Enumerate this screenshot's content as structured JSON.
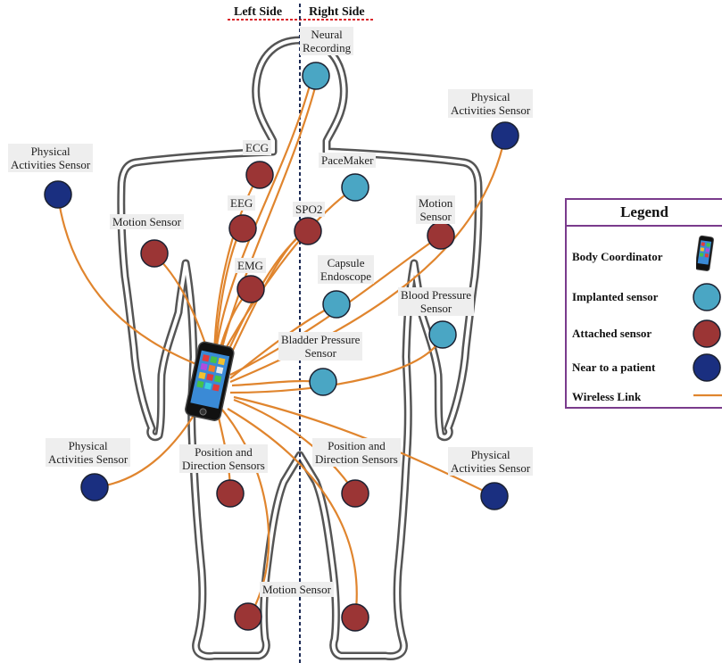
{
  "header": {
    "left_side": "Left Side",
    "right_side": "Right Side"
  },
  "colors": {
    "implanted": "#4aa6c4",
    "attached": "#9b3535",
    "near": "#1a2f80",
    "link": "#e0852e",
    "body_outline": "#555555",
    "legend_border": "#7a3b8c",
    "divider_red": "#d9262b",
    "midline": "#1c2a55"
  },
  "labels": {
    "neural": [
      "Neural",
      "Recording"
    ],
    "pa_top_right": [
      "Physical",
      "Activities Sensor"
    ],
    "pa_top_left": [
      "Physical",
      "Activities Sensor"
    ],
    "ecg": [
      "ECG"
    ],
    "pacemaker": [
      "PaceMaker"
    ],
    "eeg": [
      "EEG"
    ],
    "spo2": [
      "SPO2"
    ],
    "motion_right": [
      "Motion",
      "Sensor"
    ],
    "motion_left": [
      "Motion Sensor"
    ],
    "emg": [
      "EMG"
    ],
    "capsule": [
      "Capsule",
      "Endoscope"
    ],
    "blood_pressure": [
      "Blood Pressure",
      "Sensor"
    ],
    "bladder": [
      "Bladder Pressure",
      "Sensor"
    ],
    "pa_bottom_left": [
      "Physical",
      "Activities Sensor"
    ],
    "position_left": [
      "Position and",
      "Direction Sensors"
    ],
    "position_right": [
      "Position and",
      "Direction Sensors"
    ],
    "pa_bottom_right": [
      "Physical",
      "Activities Sensor"
    ],
    "motion_bottom": [
      "Motion Sensor"
    ]
  },
  "legend": {
    "title": "Legend",
    "items": [
      {
        "label": "Body Coordinator",
        "symbol": "phone"
      },
      {
        "label": "Implanted sensor",
        "symbol": "implanted"
      },
      {
        "label": "Attached sensor",
        "symbol": "attached"
      },
      {
        "label": "Near to a patient",
        "symbol": "near"
      },
      {
        "label": "Wireless Link",
        "symbol": "link"
      }
    ]
  }
}
